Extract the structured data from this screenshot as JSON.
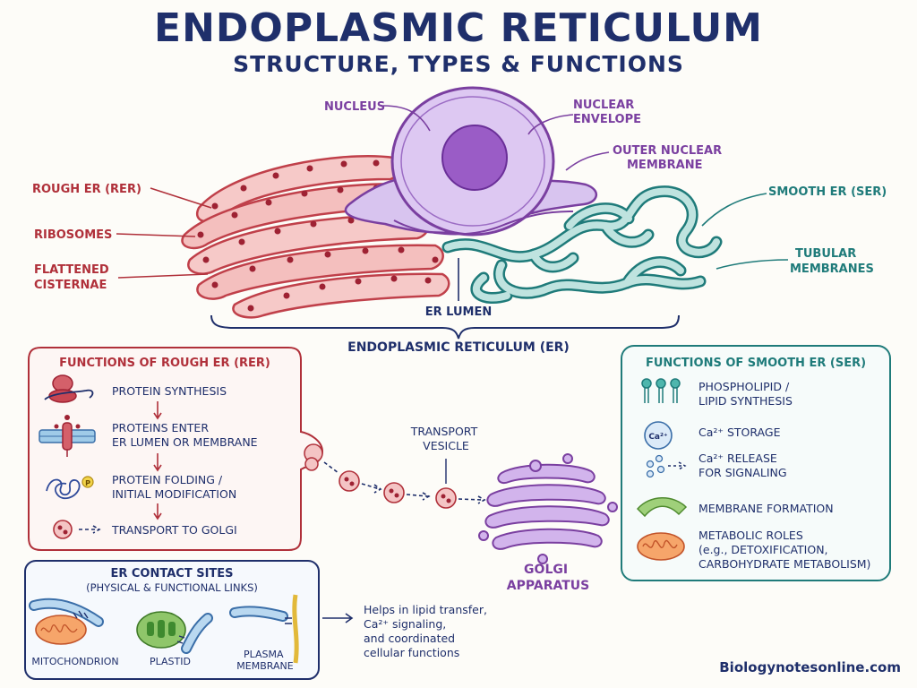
{
  "title": "ENDOPLASMIC RETICULUM",
  "subtitle": "STRUCTURE, TYPES & FUNCTIONS",
  "labels": {
    "nucleus": "NUCLEUS",
    "nuclear_envelope": [
      "NUCLEAR",
      "ENVELOPE"
    ],
    "outer_nuclear_membrane": [
      "OUTER NUCLEAR",
      "MEMBRANE"
    ],
    "rough_er": "ROUGH ER (RER)",
    "ribosomes": "RIBOSOMES",
    "flattened_cisternae": [
      "FLATTENED",
      "CISTERNAE"
    ],
    "smooth_er": "SMOOTH ER (SER)",
    "tubular_membranes": [
      "TUBULAR",
      "MEMBRANES"
    ],
    "er_lumen": "ER LUMEN",
    "er": "ENDOPLASMIC RETICULUM (ER)"
  },
  "rer_functions": {
    "heading": "FUNCTIONS OF ROUGH ER (RER)",
    "items": [
      [
        "PROTEIN SYNTHESIS"
      ],
      [
        "PROTEINS ENTER",
        "ER LUMEN OR MEMBRANE"
      ],
      [
        "PROTEIN FOLDING /",
        "INITIAL MODIFICATION"
      ],
      [
        "TRANSPORT TO GOLGI"
      ]
    ],
    "phospho_badge": "P"
  },
  "ser_functions": {
    "heading": "FUNCTIONS OF SMOOTH ER (SER)",
    "items": [
      [
        "PHOSPHOLIPID /",
        "LIPID SYNTHESIS"
      ],
      [
        "Ca²⁺ STORAGE"
      ],
      [
        "Ca²⁺ RELEASE",
        "FOR SIGNALING"
      ],
      [
        "MEMBRANE FORMATION"
      ],
      [
        "METABOLIC ROLES",
        "(e.g., DETOXIFICATION,",
        "CARBOHYDRATE METABOLISM)"
      ]
    ],
    "ca_badge": "Ca²⁺"
  },
  "transport_vesicle": [
    "TRANSPORT",
    "VESICLE"
  ],
  "golgi": [
    "GOLGI",
    "APPARATUS"
  ],
  "contact_sites": {
    "heading": "ER CONTACT SITES",
    "subheading": "(PHYSICAL & FUNCTIONAL LINKS)",
    "items": [
      [
        "MITOCHONDRION"
      ],
      [
        "PLASTID"
      ],
      [
        "PLASMA",
        "MEMBRANE"
      ]
    ],
    "note": [
      "Helps in lipid transfer,",
      "Ca²⁺ signaling,",
      "and coordinated",
      "cellular functions"
    ]
  },
  "source": "Biologynotesonline.com",
  "colors": {
    "navy": "#1f2f6b",
    "rough_er": "#b0303a",
    "nucleus": "#7a3fa0",
    "smooth_er": "#1f7b7a"
  }
}
